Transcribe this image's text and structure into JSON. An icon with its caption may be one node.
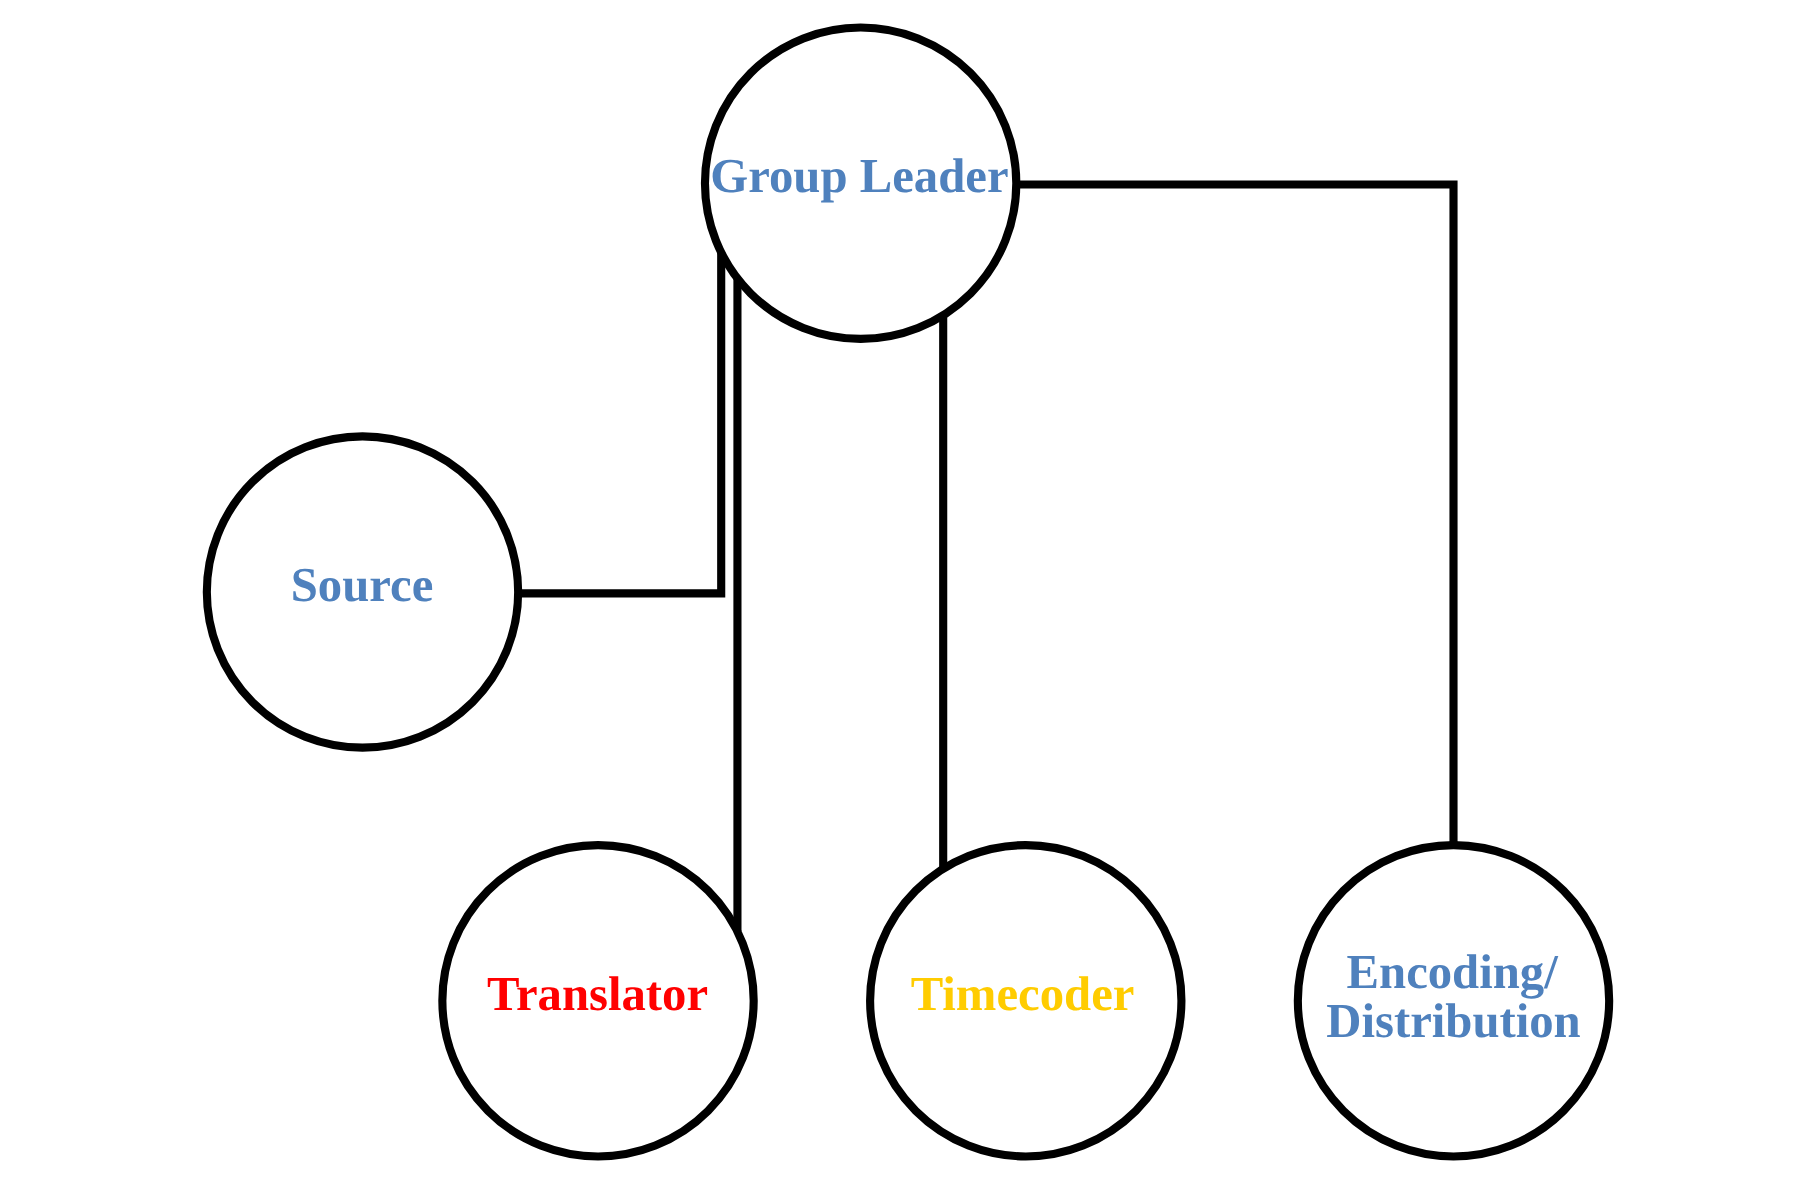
{
  "diagram": {
    "nodes": [
      {
        "text": [
          "Group Leader"
        ]
      },
      {
        "text": [
          "Source"
        ]
      },
      {
        "text": [
          "Translator"
        ]
      },
      {
        "text": [
          "Timecoder"
        ]
      },
      {
        "text": [
          "Encoding/ Distribution"
        ]
      }
    ],
    "edges": [
      {
        "from": 0,
        "to": 1,
        "arrow": "none"
      },
      {
        "from": 0,
        "to": 2,
        "arrow": "none"
      },
      {
        "from": 0,
        "to": 3,
        "arrow": "none"
      },
      {
        "from": 0,
        "to": 4,
        "arrow": "none"
      }
    ]
  }
}
